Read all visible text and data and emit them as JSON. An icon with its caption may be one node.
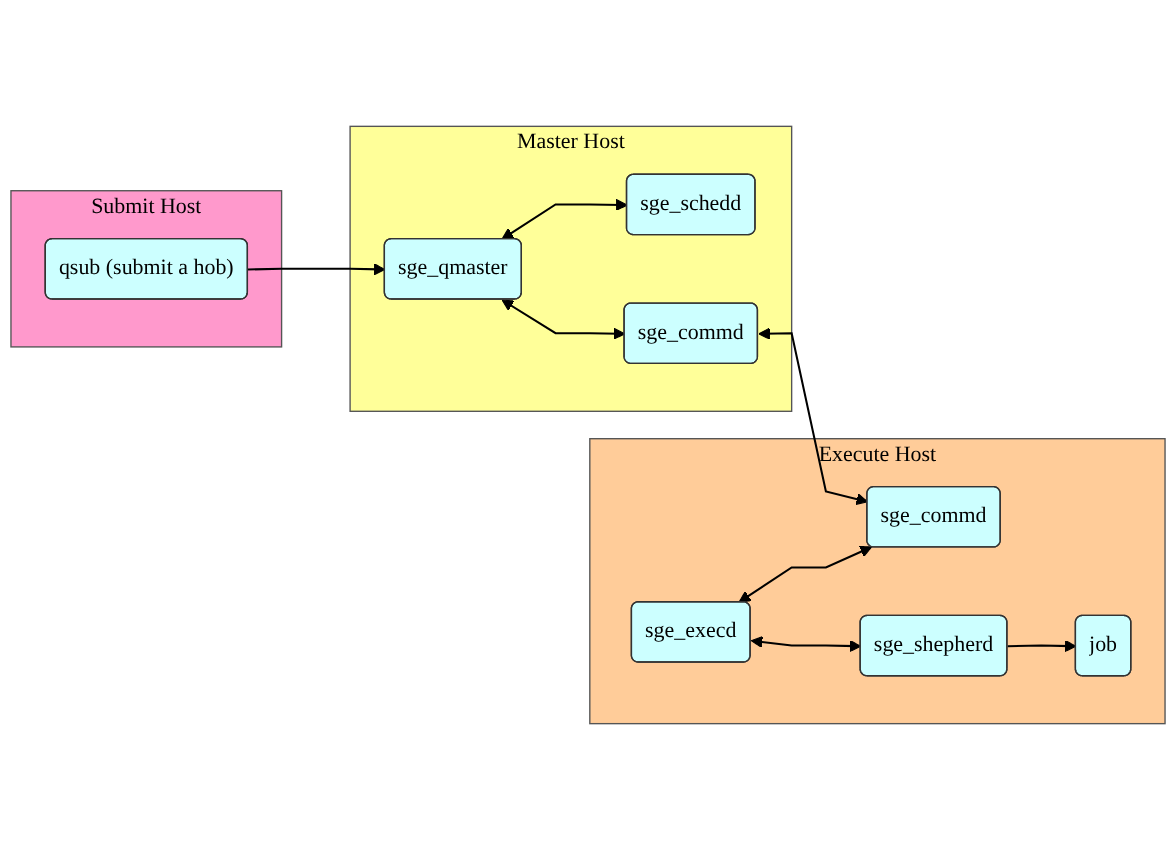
{
  "diagram": {
    "nodes": [
      {
        "text": [
          "Submit Host"
        ]
      },
      {
        "text": [
          "qsub (submit a hob)"
        ],
        "in": 0
      },
      {
        "text": [
          "Master Host"
        ]
      },
      {
        "text": [
          "sge_qmaster"
        ],
        "in": 2
      },
      {
        "text": [
          "sge_schedd"
        ],
        "in": 2
      },
      {
        "text": [
          "sge_commd"
        ],
        "in": 2
      },
      {
        "text": [
          "Execute Host"
        ]
      },
      {
        "text": [
          "sge_execd"
        ],
        "in": 6
      },
      {
        "text": [
          "sge_commd"
        ],
        "in": 6
      },
      {
        "text": [
          "sge_shepherd"
        ],
        "in": 6
      },
      {
        "text": [
          "job"
        ],
        "in": 6
      }
    ],
    "edges": [
      {
        "from": 1,
        "to": 3,
        "arrow": "to"
      },
      {
        "from": 3,
        "to": 4,
        "arrow": "both"
      },
      {
        "from": 3,
        "to": 5,
        "arrow": "both"
      },
      {
        "from": 5,
        "to": 8,
        "arrow": "both"
      },
      {
        "from": 7,
        "to": 8,
        "arrow": "both"
      },
      {
        "from": 7,
        "to": 9,
        "arrow": "both"
      },
      {
        "from": 9,
        "to": 10,
        "arrow": "to"
      }
    ]
  }
}
